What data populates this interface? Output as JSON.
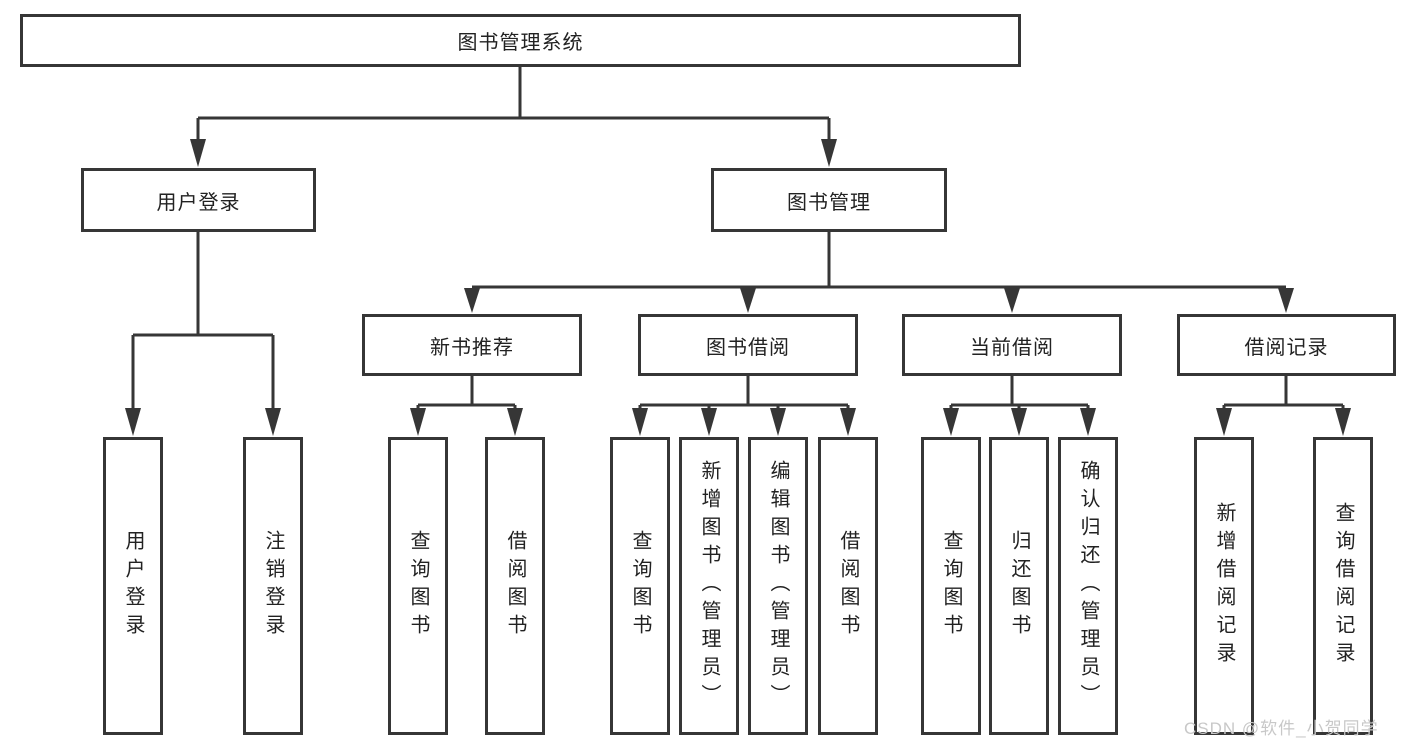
{
  "tree": {
    "root": {
      "label": "图书管理系统"
    },
    "branches": [
      {
        "label": "用户登录",
        "children": [
          {
            "label": "用户登录"
          },
          {
            "label": "注销登录"
          }
        ]
      },
      {
        "label": "图书管理",
        "children": [
          {
            "label": "新书推荐",
            "children": [
              {
                "label": "查询图书"
              },
              {
                "label": "借阅图书"
              }
            ]
          },
          {
            "label": "图书借阅",
            "children": [
              {
                "label": "查询图书"
              },
              {
                "label": "新增图书（管理员）"
              },
              {
                "label": "编辑图书（管理员）"
              },
              {
                "label": "借阅图书"
              }
            ]
          },
          {
            "label": "当前借阅",
            "children": [
              {
                "label": "查询图书"
              },
              {
                "label": "归还图书"
              },
              {
                "label": "确认归还（管理员）"
              }
            ]
          },
          {
            "label": "借阅记录",
            "children": [
              {
                "label": "新增借阅记录"
              },
              {
                "label": "查询借阅记录"
              }
            ]
          }
        ]
      }
    ]
  },
  "watermark": {
    "text": "CSDN @软件_小贺同学"
  },
  "colors": {
    "line": "#363636",
    "box_border": "#363636",
    "text": "#222222",
    "watermark": "#c8c8c8",
    "background": "#ffffff"
  }
}
